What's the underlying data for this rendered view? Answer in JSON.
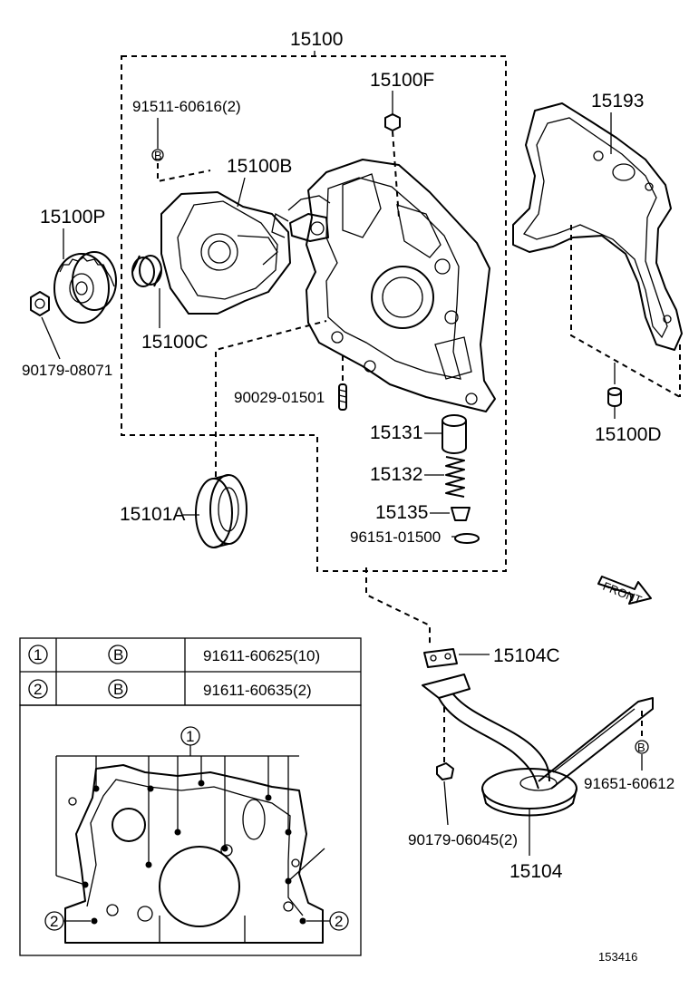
{
  "diagram": {
    "labels": {
      "p15100": "15100",
      "p15100F": "15100F",
      "p15193": "15193",
      "p91511": "91511-60616(2)",
      "p15100B": "15100B",
      "p15100P": "15100P",
      "p15100C": "15100C",
      "p90179_08071": "90179-08071",
      "p90029": "90029-01501",
      "p15131": "15131",
      "p15132": "15132",
      "p15135": "15135",
      "p96151": "96151-01500",
      "p15100D": "15100D",
      "p15101A": "15101A",
      "front": "FRONT",
      "p15104C": "15104C",
      "p91651": "91651-60612",
      "p90179_06045": "90179-06045(2)",
      "p15104": "15104",
      "ref_code": "153416"
    },
    "legend_table": {
      "rows": [
        {
          "index": "1",
          "symbol": "B",
          "part": "91611-60625(10)"
        },
        {
          "index": "2",
          "symbol": "B",
          "part": "91611-60635(2)"
        }
      ]
    },
    "inset": {
      "marker_1": "1",
      "marker_2_left": "2",
      "marker_2_right": "2"
    },
    "bolt_marker": "B"
  }
}
